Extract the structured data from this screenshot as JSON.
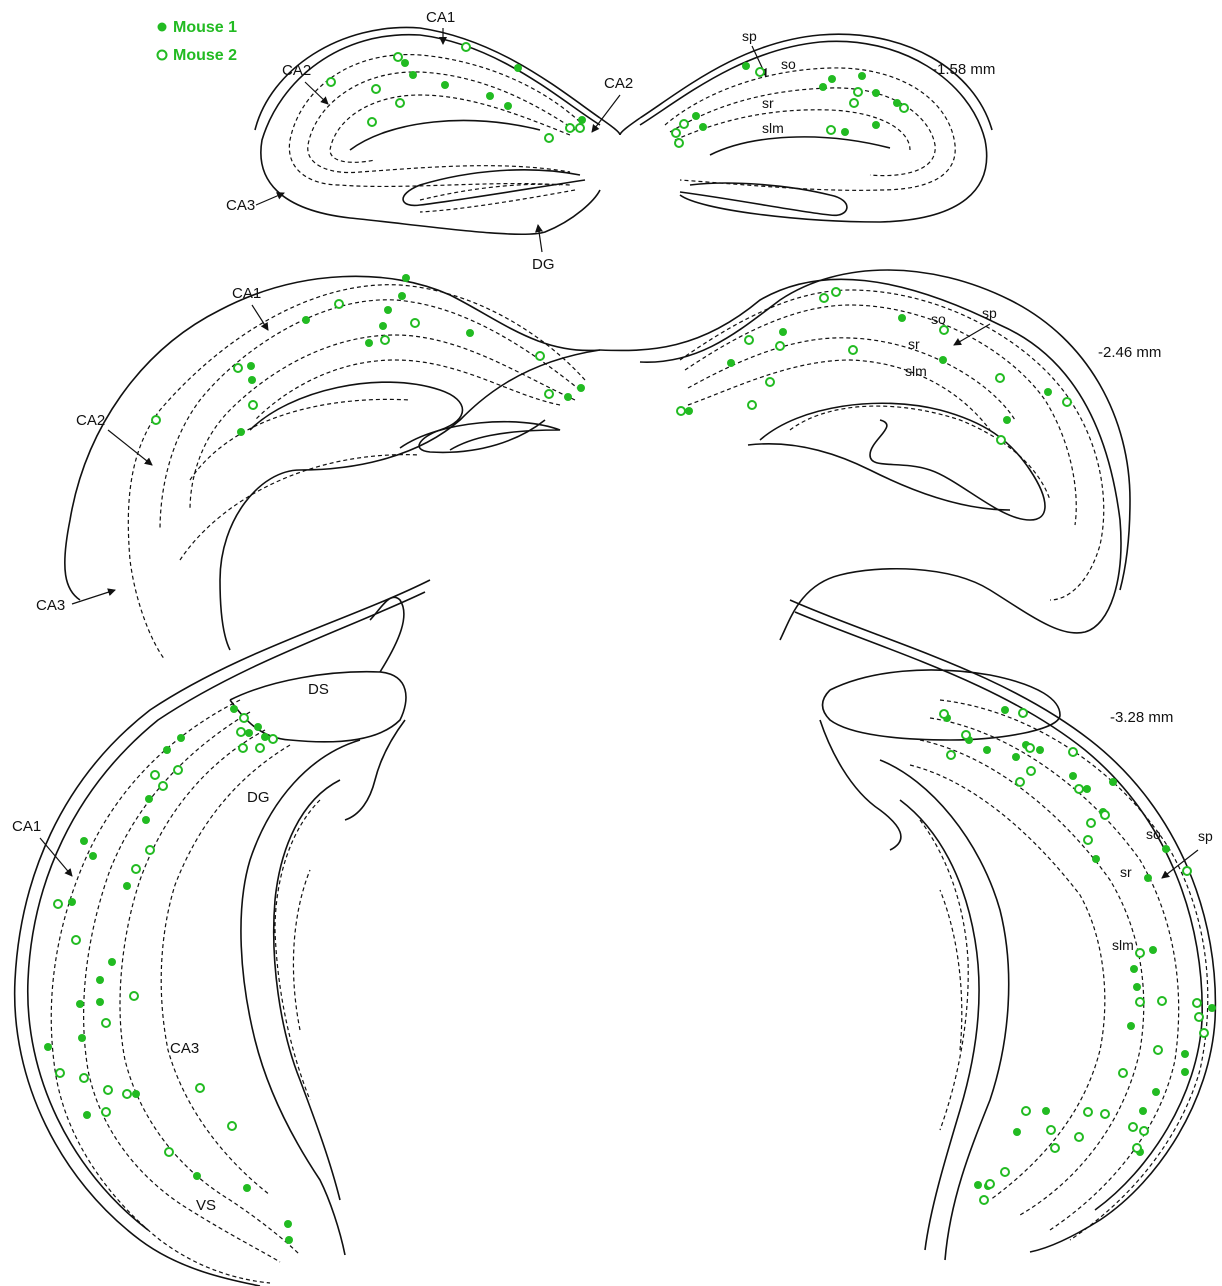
{
  "colors": {
    "marker": "#22bb22",
    "line": "#111111",
    "background": "#ffffff"
  },
  "legend": [
    {
      "label": "Mouse 1",
      "style": "filled"
    },
    {
      "label": "Mouse 2",
      "style": "open"
    }
  ],
  "sections": [
    {
      "level": "-1.58 mm",
      "region_labels": [
        "CA1",
        "CA2",
        "CA2",
        "CA3",
        "DG"
      ],
      "layer_labels": [
        "sp",
        "so",
        "sr",
        "slm"
      ]
    },
    {
      "level": "-2.46 mm",
      "region_labels": [
        "CA1",
        "CA2",
        "CA3"
      ],
      "layer_labels": [
        "sp",
        "so",
        "sr",
        "slm"
      ]
    },
    {
      "level": "-3.28 mm",
      "region_labels": [
        "DS",
        "DG",
        "CA1",
        "CA3",
        "VS"
      ],
      "layer_labels": [
        "so",
        "sp",
        "sr",
        "slm"
      ]
    }
  ]
}
